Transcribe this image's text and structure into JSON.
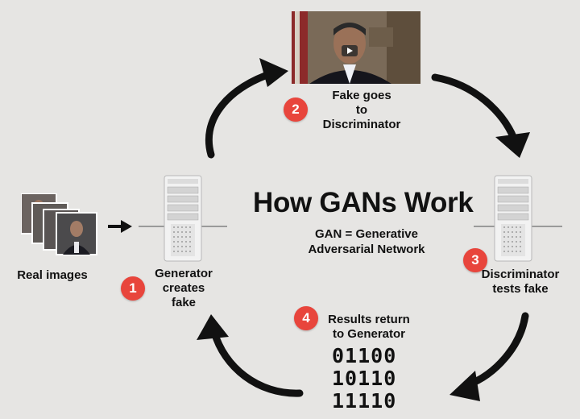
{
  "title": "How GANs Work",
  "subtitle_line1": "GAN = Generative",
  "subtitle_line2": "Adversarial Network",
  "real_images_label": "Real images",
  "generator_label": [
    "Generator",
    "creates",
    "fake"
  ],
  "fake_label": [
    "Fake goes",
    "to",
    "Discriminator"
  ],
  "discriminator_label": [
    "Discriminator",
    "tests fake"
  ],
  "results_label": [
    "Results return",
    "to Generator"
  ],
  "binary_rows": [
    "01100",
    "10110",
    "11110"
  ],
  "badges": [
    "1",
    "2",
    "3",
    "4"
  ],
  "colors": {
    "badge": "#e8453c",
    "arrow": "#111111",
    "background": "#e6e5e3"
  }
}
